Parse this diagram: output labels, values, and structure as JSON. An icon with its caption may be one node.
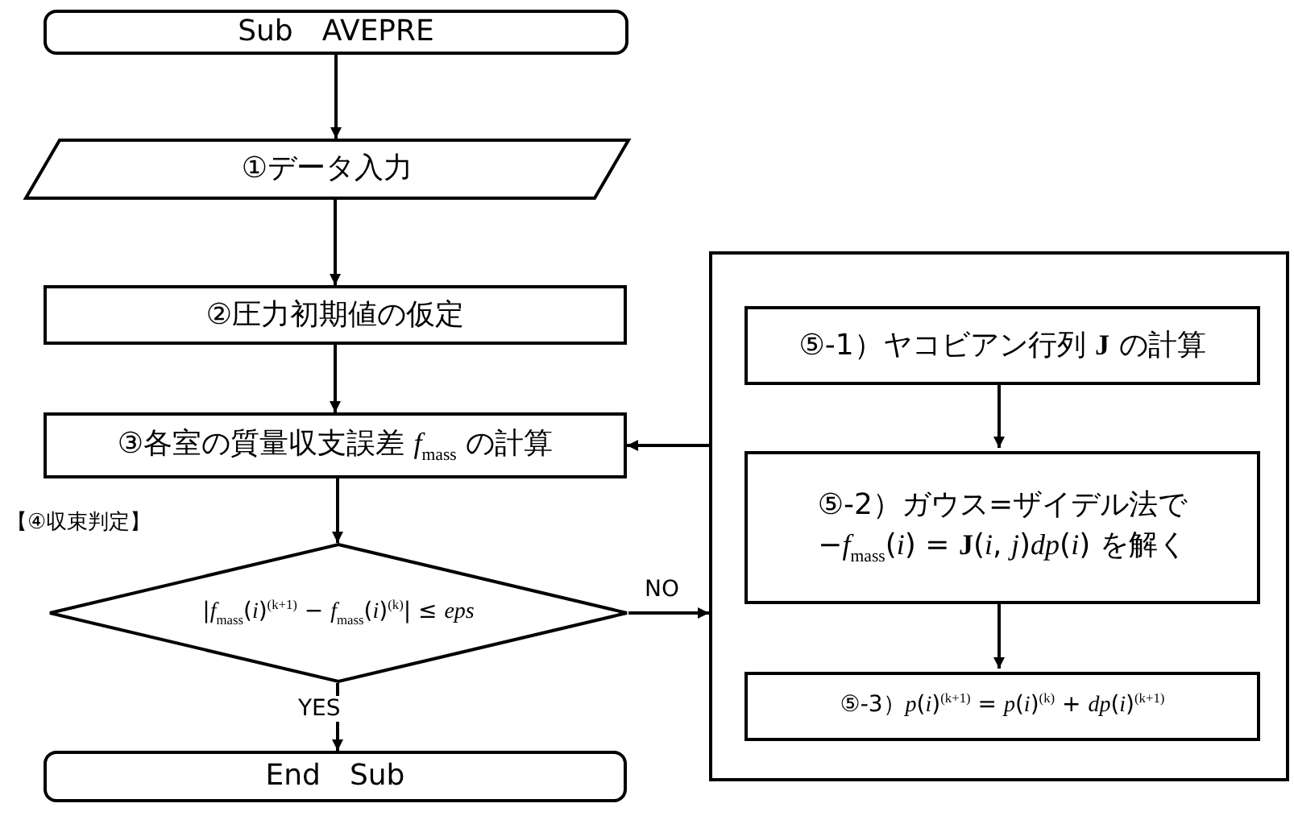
{
  "diagram": {
    "nodes": [
      {
        "text": [
          "Sub　AVEPRE"
        ]
      },
      {
        "text": [
          "①データ入力"
        ]
      },
      {
        "text": [
          "②圧力初期値の仮定"
        ]
      },
      {
        "text": [
          "③各室の質量収支誤差 *f*$_{mass}$ の計算"
        ]
      },
      {
        "text": [
          "|*f*$_{mass}$(*i*)$^{(k+1)}$ − *f*$_{mass}$(*i*)$^{(k)}$| ≤ *eps*"
        ],
        "beside": [
          "【④収束判定】"
        ]
      },
      {
        "text": [
          "End　Sub"
        ]
      },
      {
        "text": [],
        "shape": "box"
      },
      {
        "text": [
          "⑤-1）ヤコビアン行列 **J** の計算"
        ],
        "in": 6
      },
      {
        "text": [
          "⑤-2）ガウス=ザイデル法で",
          "−*f*$_{mass}$(*i*) = **J**(*i*, *j*)*dp*(*i*) を解く"
        ],
        "in": 6
      },
      {
        "text": [
          "⑤-3）*p*(*i*)$^{(k+1)}$ = *p*(*i*)$^{(k)}$ + *dp*(*i*)$^{(k+1)}$"
        ],
        "in": 6
      }
    ],
    "edges": [
      {
        "from": 0,
        "to": 1,
        "arrow": "to"
      },
      {
        "from": 1,
        "to": 2,
        "arrow": "to"
      },
      {
        "from": 2,
        "to": 3,
        "arrow": "to"
      },
      {
        "from": 3,
        "to": 4,
        "arrow": "to"
      },
      {
        "from": 4,
        "to": 5,
        "arrow": "to",
        "label": "YES"
      },
      {
        "from": 4,
        "to": 6,
        "arrow": "to",
        "label": "NO"
      },
      {
        "from": 6,
        "to": 3,
        "arrow": "to"
      },
      {
        "from": 7,
        "to": 8,
        "arrow": "to"
      },
      {
        "from": 8,
        "to": 9,
        "arrow": "to"
      }
    ]
  }
}
